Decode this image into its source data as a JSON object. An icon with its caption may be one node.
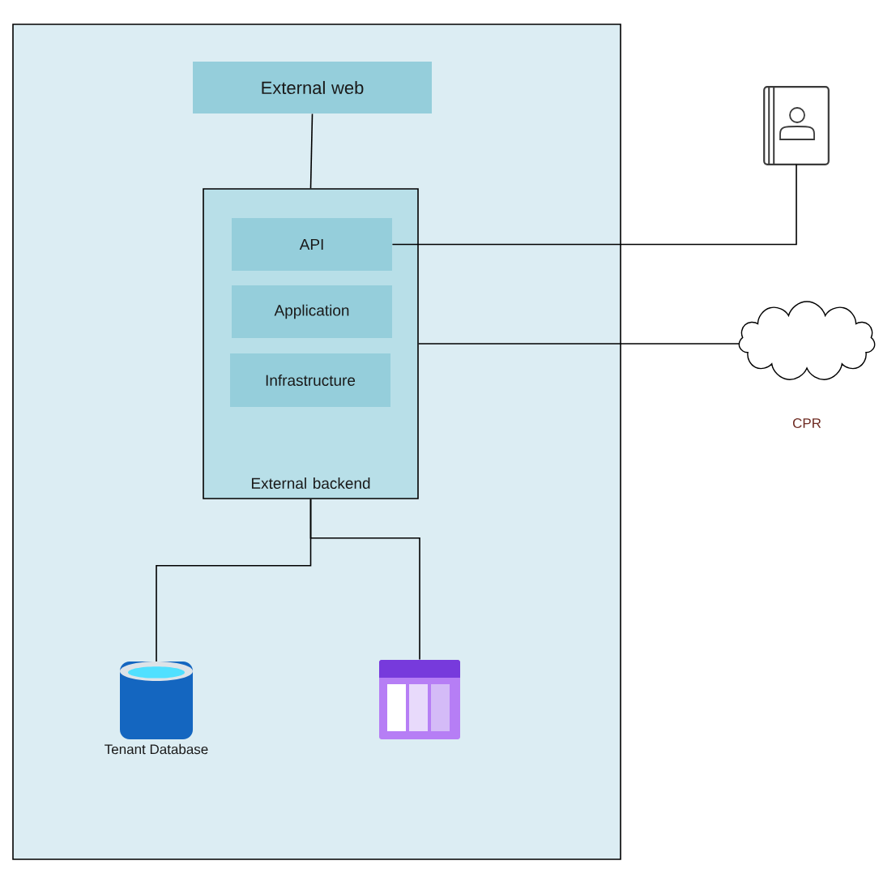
{
  "diagram": {
    "nodes": [
      {
        "text": [],
        "shape": "box"
      },
      {
        "text": [
          "External web"
        ],
        "in": 0
      },
      {
        "text": [
          "External backend"
        ],
        "in": 0
      },
      {
        "text": [
          "API"
        ],
        "in": 2
      },
      {
        "text": [
          "Application"
        ],
        "in": 2
      },
      {
        "text": [
          "Infrastructure"
        ],
        "in": 2
      },
      {
        "text": [
          "Tenant Database"
        ],
        "in": 0
      },
      {
        "text": [],
        "shape": "picture",
        "in": 0
      },
      {
        "text": [],
        "shape": "picture"
      },
      {
        "text": [
          "CPR"
        ]
      }
    ],
    "edges": [
      {
        "from": 1,
        "to": 2,
        "arrow": "none"
      },
      {
        "from": 3,
        "to": 8,
        "arrow": "none"
      },
      {
        "from": 2,
        "to": 9,
        "arrow": "none"
      },
      {
        "from": 2,
        "to": 6,
        "arrow": "none"
      },
      {
        "from": 2,
        "to": 7,
        "arrow": "none"
      }
    ]
  }
}
